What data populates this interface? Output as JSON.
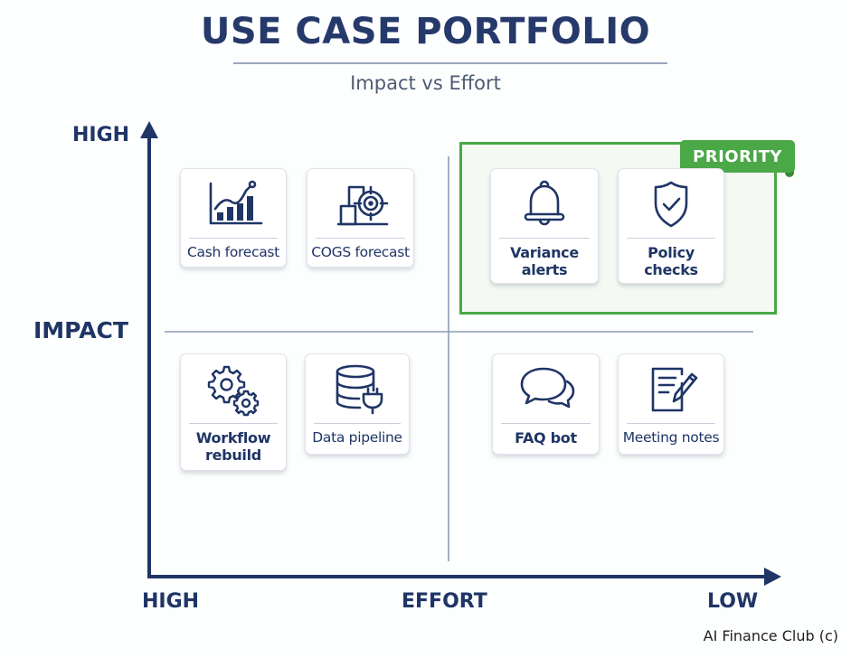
{
  "header": {
    "title": "USE CASE PORTFOLIO",
    "subtitle": "Impact vs Effort"
  },
  "axes": {
    "y_axis": {
      "name": "IMPACT",
      "high_label": "HIGH"
    },
    "x_axis": {
      "name": "EFFORT",
      "high_label": "HIGH",
      "low_label": "LOW"
    }
  },
  "priority_zone": {
    "badge_label": "PRIORITY",
    "color": "#4aa846"
  },
  "quadrants": [
    {
      "position": "top-left",
      "impact": "high",
      "effort": "high",
      "cards": [
        {
          "label": "Cash forecast",
          "icon": "bar-chart-trend-icon"
        },
        {
          "label": "COGS forecast",
          "icon": "boxes-target-icon"
        }
      ]
    },
    {
      "position": "top-right",
      "impact": "high",
      "effort": "low",
      "priority": true,
      "cards": [
        {
          "label": "Variance alerts",
          "icon": "bell-icon"
        },
        {
          "label": "Policy checks",
          "icon": "shield-check-icon"
        }
      ]
    },
    {
      "position": "bottom-left",
      "impact": "low",
      "effort": "high",
      "cards": [
        {
          "label": "Workflow rebuild",
          "icon": "gears-icon"
        },
        {
          "label": "Data pipeline",
          "icon": "database-plug-icon"
        }
      ]
    },
    {
      "position": "bottom-right",
      "impact": "low",
      "effort": "low",
      "cards": [
        {
          "label": "FAQ bot",
          "icon": "chat-bubbles-icon"
        },
        {
          "label": "Meeting notes",
          "icon": "document-pencil-icon"
        }
      ]
    }
  ],
  "colors": {
    "navy": "#1f3566",
    "divider": "#8e9bb5",
    "priority_green": "#4aa846"
  },
  "footer": {
    "credit": "AI Finance Club (c)"
  }
}
